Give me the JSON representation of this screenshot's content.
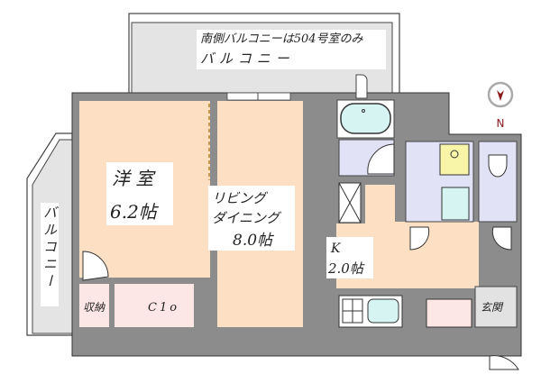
{
  "balcony_top": {
    "note": "南側バルコニーは504号室のみ",
    "label": "バルコニー"
  },
  "balcony_left": {
    "label": "バルコニー"
  },
  "rooms": {
    "western": {
      "name": "洋 室",
      "size": "6.2帖"
    },
    "living": {
      "name_line1": "リビング",
      "name_line2": "ダイニング",
      "size": "8.0帖"
    },
    "kitchen": {
      "name": "K",
      "size": "2.0帖"
    },
    "storage": {
      "label": "収納"
    },
    "closet": {
      "label": "C1o"
    },
    "entrance": {
      "label": "玄関"
    }
  },
  "compass": {
    "label": "N"
  },
  "colors": {
    "room": "#fde0c4",
    "storage": "#fde6e6",
    "wet": "#e2e2f6",
    "wall": "#8c8c8c",
    "balcony": "#e4e4e4",
    "north": "#8b1a1a"
  }
}
